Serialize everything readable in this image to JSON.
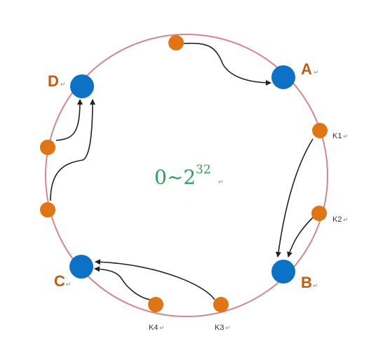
{
  "diagram": {
    "range_text": "0~2",
    "range_exponent": "32",
    "paragraph_mark": "↵",
    "servers": [
      {
        "id": "A",
        "label": "A"
      },
      {
        "id": "B",
        "label": "B"
      },
      {
        "id": "C",
        "label": "C"
      },
      {
        "id": "D",
        "label": "D"
      }
    ],
    "keys": [
      {
        "id": "K1",
        "label": "K1"
      },
      {
        "id": "K2",
        "label": "K2"
      },
      {
        "id": "K3",
        "label": "K3"
      },
      {
        "id": "K4",
        "label": "K4"
      }
    ],
    "colors": {
      "ring": "#d4868b",
      "server_fill": "#0d72c6",
      "key_fill": "#e07516",
      "label": "#c55a11",
      "range_text": "#2aa35a",
      "arrow": "#222222"
    }
  }
}
